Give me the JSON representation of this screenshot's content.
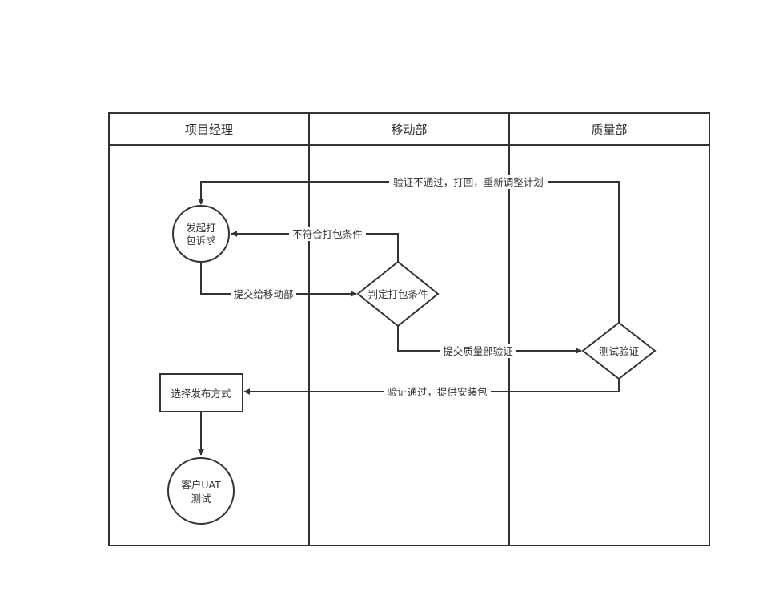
{
  "lanes": [
    {
      "id": "pm",
      "title": "项目经理"
    },
    {
      "id": "mobile",
      "title": "移动部"
    },
    {
      "id": "qa",
      "title": "质量部"
    }
  ],
  "nodes": {
    "start": {
      "shape": "ellipse",
      "lines": [
        "发起打",
        "包诉求"
      ]
    },
    "judge": {
      "shape": "diamond",
      "lines": [
        "判定打包条件"
      ]
    },
    "test": {
      "shape": "diamond",
      "lines": [
        "测试验证"
      ]
    },
    "release": {
      "shape": "rect",
      "lines": [
        "选择发布方式"
      ]
    },
    "uat": {
      "shape": "ellipse",
      "lines": [
        "客户UAT",
        "测试"
      ]
    }
  },
  "edges": {
    "reject_test": {
      "from": "test",
      "to": "start",
      "label": "验证不通过，打回，重新调整计划"
    },
    "reject_judge": {
      "from": "judge",
      "to": "start",
      "label": "不符合打包条件"
    },
    "submit_mobile": {
      "from": "start",
      "to": "judge",
      "label": "提交给移动部"
    },
    "submit_qa": {
      "from": "judge",
      "to": "test",
      "label": "提交质量部验证"
    },
    "pass": {
      "from": "test",
      "to": "release",
      "label": "验证通过，提供安装包"
    },
    "to_uat": {
      "from": "release",
      "to": "uat",
      "label": ""
    }
  }
}
